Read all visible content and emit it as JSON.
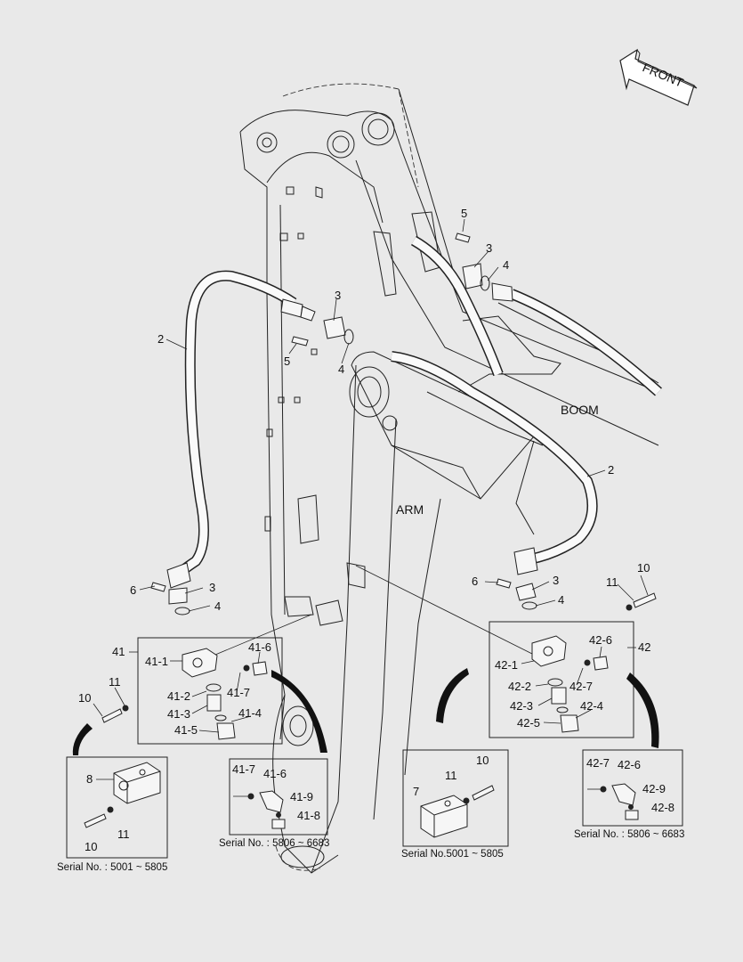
{
  "labels": {
    "front": "FRONT",
    "boom": "BOOM",
    "arm": "ARM",
    "hose_left": "2",
    "hose_right": "2",
    "clamp_top_right": "3",
    "clamp_mid": "3",
    "clamp_left_low": "3",
    "clamp_right_low": "3",
    "oring_top_right": "4",
    "oring_mid": "4",
    "oring_left_low": "4",
    "oring_right_low": "4",
    "bolt_top_right": "5",
    "bolt_mid": "5",
    "bolt_left_low": "6",
    "bolt_right_low": "6",
    "block_left": "8",
    "block_right": "7",
    "bolt10_left_a": "10",
    "bolt10_left_b": "10",
    "bolt10_right_a": "10",
    "bolt10_right_b": "10",
    "washer11_left_a": "11",
    "washer11_left_b": "11",
    "washer11_right_a": "11",
    "washer11_right_b": "11",
    "assy_left": "41",
    "assy_right": "42"
  },
  "left_assembly": {
    "p1": "41-1",
    "p2": "41-2",
    "p3": "41-3",
    "p4": "41-4",
    "p5": "41-5",
    "p6": "41-6",
    "p7": "41-7"
  },
  "right_assembly": {
    "p1": "42-1",
    "p2": "42-2",
    "p3": "42-3",
    "p4": "42-4",
    "p5": "42-5",
    "p6": "42-6",
    "p7": "42-7"
  },
  "detail_left": {
    "p7": "41-7",
    "p6": "41-6",
    "p9": "41-9",
    "p8": "41-8",
    "serial": "Serial No. : 5806 ~ 6683"
  },
  "detail_right": {
    "p7": "42-7",
    "p6": "42-6",
    "p9": "42-9",
    "p8": "42-8",
    "serial": "Serial No. : 5806 ~ 6683"
  },
  "block_left_serial": "Serial No. : 5001 ~ 5805",
  "block_right_serial": "Serial No.5001 ~ 5805"
}
